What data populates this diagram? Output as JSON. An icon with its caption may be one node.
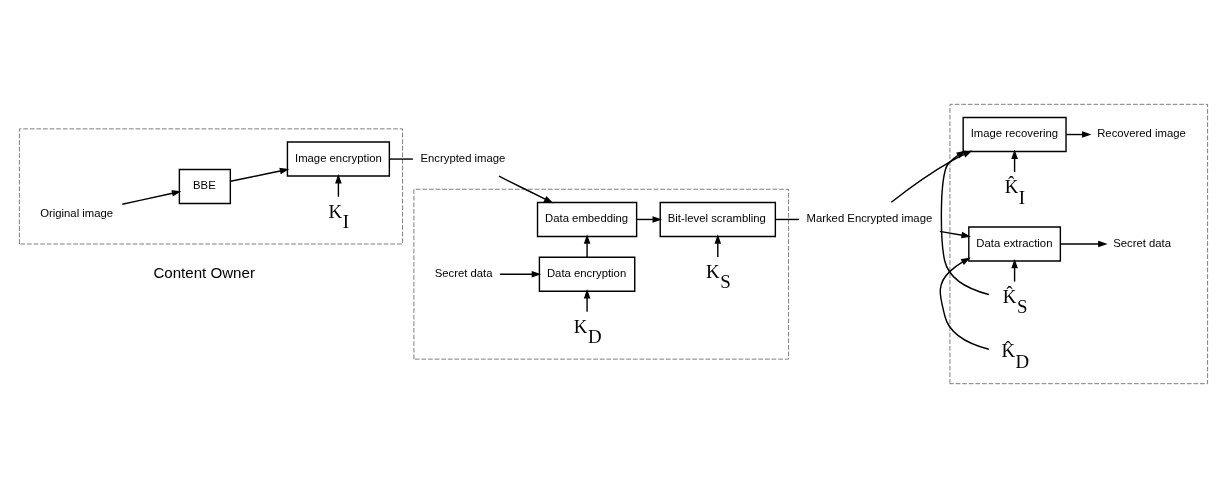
{
  "diagram": {
    "nodes": [
      {
        "text": [],
        "shape": "box"
      },
      {
        "text": [
          "Original image"
        ],
        "in": 0
      },
      {
        "text": [
          "BBE"
        ],
        "in": 0
      },
      {
        "text": [
          "Image encryption"
        ],
        "in": 0
      },
      {
        "text": [
          "K$_{I}$"
        ],
        "in": 0
      },
      {
        "text": [
          "Encrypted image"
        ]
      },
      {
        "text": [],
        "shape": "box"
      },
      {
        "text": [
          "Data embedding"
        ],
        "in": 6
      },
      {
        "text": [
          "Bit-level scrambling"
        ],
        "in": 6
      },
      {
        "text": [
          "K$_{S}$"
        ],
        "in": 6
      },
      {
        "text": [
          "Data encryption"
        ],
        "in": 6
      },
      {
        "text": [
          "Secret data"
        ],
        "in": 6
      },
      {
        "text": [
          "K$_{D}$"
        ],
        "in": 6
      },
      {
        "text": [
          "Marked Encrypted image"
        ]
      },
      {
        "text": [],
        "shape": "box"
      },
      {
        "text": [
          "Image recovering"
        ],
        "in": 14
      },
      {
        "text": [
          "Recovered image"
        ],
        "in": 14
      },
      {
        "text": [
          "K̂$_{I}$"
        ],
        "in": 14
      },
      {
        "text": [
          "K̂$_{S}$"
        ],
        "in": 14
      },
      {
        "text": [
          "K̂$_{D}$"
        ],
        "in": 14
      },
      {
        "text": [
          "Data extraction"
        ],
        "in": 14
      },
      {
        "text": [
          "Secret data"
        ],
        "in": 14
      }
    ],
    "edges": [
      {
        "from": 1,
        "to": 2,
        "arrow": "to"
      },
      {
        "from": 2,
        "to": 3,
        "arrow": "to"
      },
      {
        "from": 4,
        "to": 3,
        "arrow": "to"
      },
      {
        "from": 3,
        "to": 5,
        "arrow": "none"
      },
      {
        "from": 5,
        "to": 7,
        "arrow": "to"
      },
      {
        "from": 7,
        "to": 8,
        "arrow": "to"
      },
      {
        "from": 9,
        "to": 8,
        "arrow": "to"
      },
      {
        "from": 11,
        "to": 10,
        "arrow": "to"
      },
      {
        "from": 12,
        "to": 10,
        "arrow": "to"
      },
      {
        "from": 10,
        "to": 7,
        "arrow": "to"
      },
      {
        "from": 8,
        "to": 13,
        "arrow": "none"
      },
      {
        "from": 13,
        "to": 15,
        "arrow": "to"
      },
      {
        "from": 13,
        "to": 20,
        "arrow": "to"
      },
      {
        "from": 15,
        "to": 16,
        "arrow": "to"
      },
      {
        "from": 17,
        "to": 15,
        "arrow": "to"
      },
      {
        "from": 18,
        "to": 15,
        "arrow": "to"
      },
      {
        "from": 18,
        "to": 20,
        "arrow": "to"
      },
      {
        "from": 19,
        "to": 20,
        "arrow": "to"
      },
      {
        "from": 20,
        "to": 21,
        "arrow": "to"
      }
    ],
    "labels": [
      "Content Owner"
    ]
  }
}
